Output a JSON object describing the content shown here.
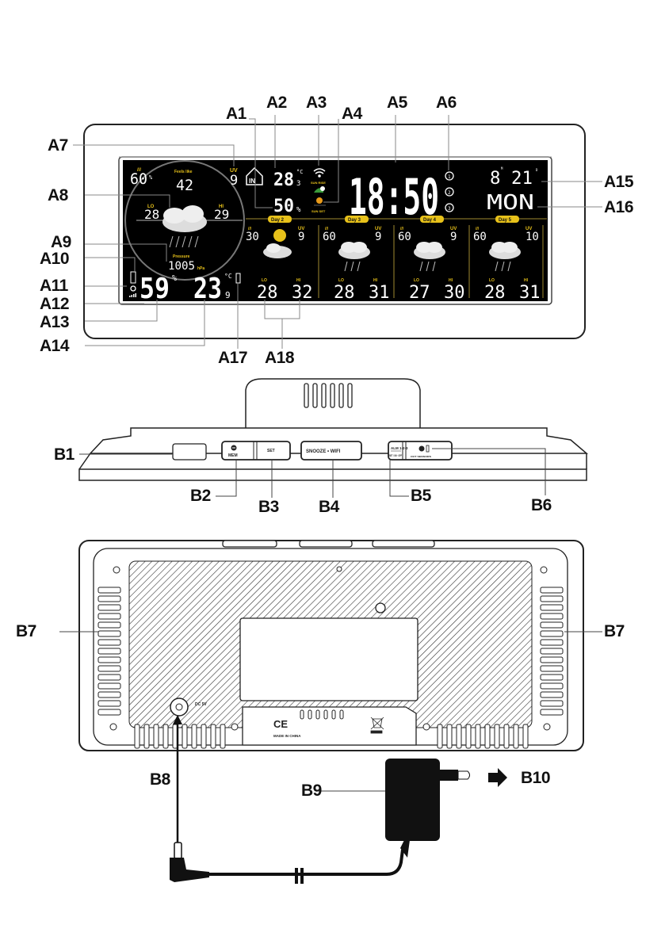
{
  "front": {
    "labels": {
      "A1": "A1",
      "A2": "A2",
      "A3": "A3",
      "A4": "A4",
      "A5": "A5",
      "A6": "A6",
      "A7": "A7",
      "A8": "A8",
      "A9": "A9",
      "A10": "A10",
      "A11": "A11",
      "A12": "A12",
      "A13": "A13",
      "A14": "A14",
      "A15": "A15",
      "A16": "A16",
      "A17": "A17",
      "A18": "A18"
    },
    "outdoor": {
      "rain_chance": "60",
      "rain_unit": "%",
      "feels_like_label": "Feels like",
      "feels_like": "42",
      "uv_label": "UV",
      "uv": "9",
      "lo_label": "LO",
      "lo": "28",
      "hi_label": "HI",
      "hi": "29",
      "pressure_label": "Pressure",
      "pressure": "1005",
      "pressure_unit": "hPa",
      "humidity": "59",
      "humidity_unit": "%",
      "temp": "23",
      "temp_decimal": "9",
      "temp_unit": "°C"
    },
    "indoor": {
      "badge": "IN",
      "temp": "28",
      "temp_decimal": "3",
      "temp_unit": "°C",
      "humidity": "50",
      "humidity_unit": "%"
    },
    "sun": {
      "sunrise_label": "SUN RISE",
      "sunset_label": "SUN SET"
    },
    "clock": {
      "time": "18:50",
      "alarms": [
        "1",
        "2",
        "3"
      ]
    },
    "date": {
      "month_marker": "M",
      "date": "8 21",
      "day_marker": "D",
      "weekday": "MON"
    },
    "forecast": [
      {
        "day": "Day 2",
        "rain": "30",
        "uv_label": "UV",
        "uv": "9",
        "lo_label": "LO",
        "lo": "28",
        "hi_label": "HI",
        "hi": "32",
        "icon": "sun-cloud"
      },
      {
        "day": "Day 3",
        "rain": "60",
        "uv_label": "UV",
        "uv": "9",
        "lo_label": "LO",
        "lo": "28",
        "hi_label": "HI",
        "hi": "31",
        "icon": "thunderstorm"
      },
      {
        "day": "Day 4",
        "rain": "60",
        "uv_label": "UV",
        "uv": "9",
        "lo_label": "LO",
        "lo": "27",
        "hi_label": "HI",
        "hi": "30",
        "icon": "thunderstorm"
      },
      {
        "day": "Day 5",
        "rain": "60",
        "uv_label": "UV",
        "uv": "10",
        "lo_label": "LO",
        "lo": "28",
        "hi_label": "HI",
        "hi": "31",
        "icon": "thunderstorm"
      }
    ],
    "colors": {
      "lcd_bg": "#000000",
      "accent": "#e8c21a",
      "sunrise_green": "#3a9a3a",
      "sun_orange": "#e89a1a"
    }
  },
  "top": {
    "labels": {
      "B1": "B1",
      "B2": "B2",
      "B3": "B3",
      "B4": "B4",
      "B5": "B5",
      "B6": "B6"
    },
    "buttons": {
      "mem_label": "MEM",
      "set_label": "SET",
      "snooze_label": "SNOOZE • WIFI",
      "alarm_top": "ALM 1·2·3",
      "alarm_bottom": "SET / ON · OFF",
      "out_sensor": "OUT SENSORS"
    }
  },
  "back": {
    "labels": {
      "B7_left": "B7",
      "B7_right": "B7",
      "B8": "B8",
      "B9": "B9",
      "B10": "B10"
    },
    "dc_label": "DC 5V",
    "ce_mark": "CE",
    "made_in": "MADE IN CHINA"
  }
}
